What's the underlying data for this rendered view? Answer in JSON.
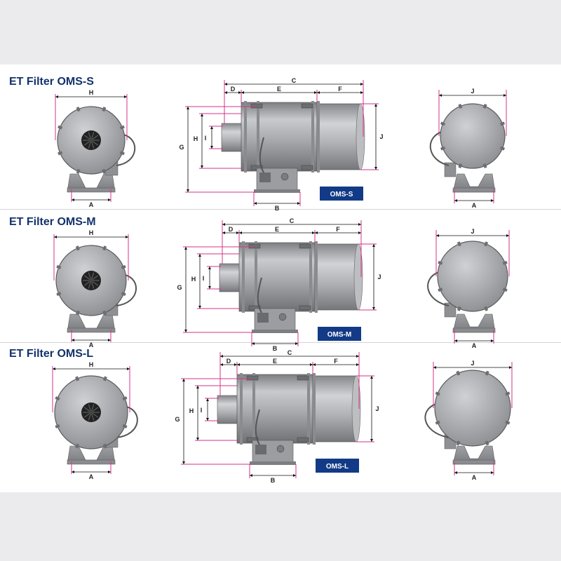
{
  "colors": {
    "title": "#13326b",
    "dimension_line": "#d6338a",
    "badge": "#123a86",
    "body_metal": "#a9aaae"
  },
  "sections": [
    {
      "title": "ET Filter OMS-S",
      "badge": "OMS-S"
    },
    {
      "title": "ET Filter OMS-M",
      "badge": "OMS-M"
    },
    {
      "title": "ET Filter OMS-L",
      "badge": "OMS-L"
    }
  ],
  "dim_labels": {
    "A": "A",
    "B": "B",
    "C": "C",
    "D": "D",
    "E": "E",
    "F": "F",
    "G": "G",
    "H": "H",
    "I": "I",
    "J": "J"
  }
}
